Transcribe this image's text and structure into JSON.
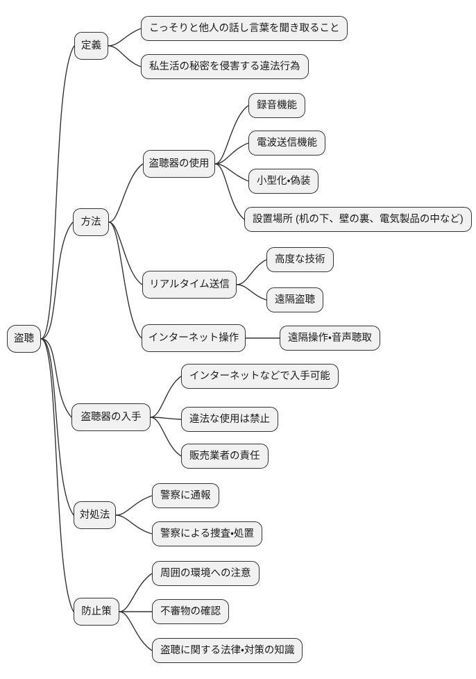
{
  "mindmap": {
    "root": {
      "label": "盗聴"
    },
    "branches": [
      {
        "label": "定義",
        "children": [
          {
            "label": "こっそりと他人の話し言葉を聞き取ること"
          },
          {
            "label": "私生活の秘密を侵害する違法行為"
          }
        ]
      },
      {
        "label": "方法",
        "children": [
          {
            "label": "盗聴器の使用",
            "children": [
              {
                "label": "録音機能"
              },
              {
                "label": "電波送信機能"
              },
              {
                "label": "小型化・偽装"
              },
              {
                "label": "設置場所 (机の下、壁の裏、電気製品の中など)"
              }
            ]
          },
          {
            "label": "リアルタイム送信",
            "children": [
              {
                "label": "高度な技術"
              },
              {
                "label": "遠隔盗聴"
              }
            ]
          },
          {
            "label": "インターネット操作",
            "children": [
              {
                "label": "遠隔操作・音声聴取"
              }
            ]
          }
        ]
      },
      {
        "label": "盗聴器の入手",
        "children": [
          {
            "label": "インターネットなどで入手可能"
          },
          {
            "label": "違法な使用は禁止"
          },
          {
            "label": "販売業者の責任"
          }
        ]
      },
      {
        "label": "対処法",
        "children": [
          {
            "label": "警察に通報"
          },
          {
            "label": "警察による捜査・処置"
          }
        ]
      },
      {
        "label": "防止策",
        "children": [
          {
            "label": "周囲の環境への注意"
          },
          {
            "label": "不審物の確認"
          },
          {
            "label": "盗聴に関する法律・対策の知識"
          }
        ]
      }
    ],
    "style": {
      "node_fill": "#f1f1f1",
      "node_border": "#333333",
      "edge_color": "#333333",
      "text_color": "#1a1a1a",
      "background": "#ffffff"
    }
  }
}
